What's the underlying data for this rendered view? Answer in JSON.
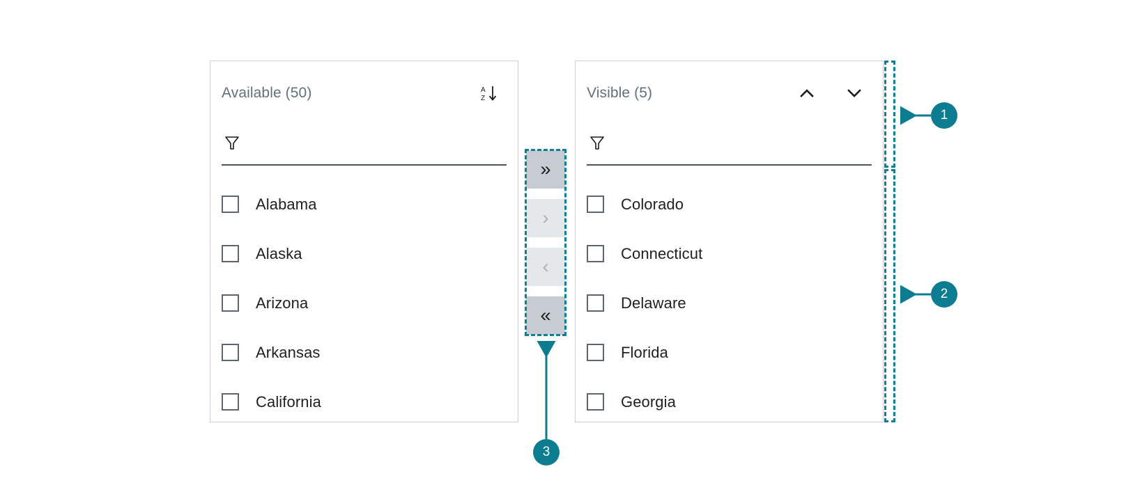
{
  "available_panel": {
    "title": "Available (50)",
    "sort_icon": "sort-az-descending-icon",
    "filter": {
      "icon": "filter-funnel-icon",
      "value": "",
      "placeholder": ""
    },
    "items": [
      {
        "label": "Alabama",
        "checked": false
      },
      {
        "label": "Alaska",
        "checked": false
      },
      {
        "label": "Arizona",
        "checked": false
      },
      {
        "label": "Arkansas",
        "checked": false
      },
      {
        "label": "California",
        "checked": false
      }
    ]
  },
  "visible_panel": {
    "title": "Visible (5)",
    "move_up_icon": "chevron-up-icon",
    "move_down_icon": "chevron-down-icon",
    "filter": {
      "icon": "filter-funnel-icon",
      "value": "",
      "placeholder": ""
    },
    "items": [
      {
        "label": "Colorado",
        "checked": false
      },
      {
        "label": "Connecticut",
        "checked": false
      },
      {
        "label": "Delaware",
        "checked": false
      },
      {
        "label": "Florida",
        "checked": false
      },
      {
        "label": "Georgia",
        "checked": false
      }
    ]
  },
  "transfer_buttons": [
    {
      "icon": "double-chevron-right-icon",
      "glyph": "»",
      "state": "enabled"
    },
    {
      "icon": "chevron-right-icon",
      "glyph": "›",
      "state": "disabled"
    },
    {
      "icon": "chevron-left-icon",
      "glyph": "‹",
      "state": "disabled"
    },
    {
      "icon": "double-chevron-left-icon",
      "glyph": "«",
      "state": "enabled"
    }
  ],
  "annotations": [
    {
      "number": "1"
    },
    {
      "number": "2"
    },
    {
      "number": "3"
    }
  ],
  "colors": {
    "accent": "#0c7c91",
    "panel_border": "#c9d0d6",
    "title_text": "#60707c",
    "item_text": "#1f1f1f",
    "checkbox_border": "#5d6670",
    "filter_underline": "#4a5560",
    "button_enabled_bg": "#c6ccd2",
    "button_disabled_bg": "#e5e8eb",
    "button_disabled_fg": "#a9b0b6"
  }
}
